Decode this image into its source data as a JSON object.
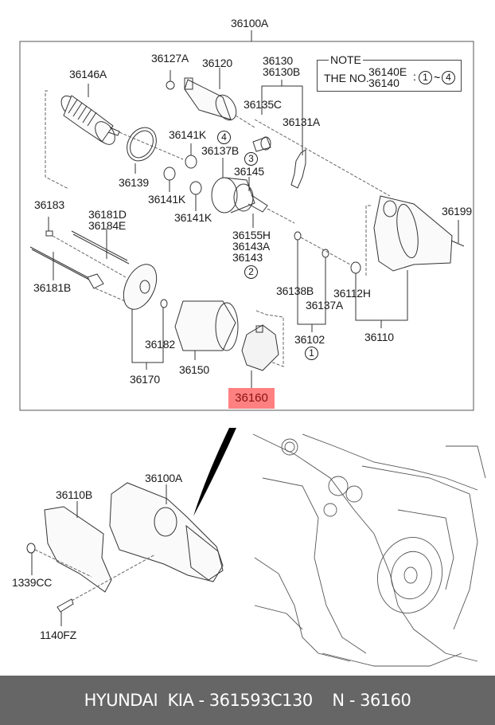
{
  "diagram": {
    "assembly_label": "36100A",
    "note": {
      "title": "NOTE",
      "prefix": "THE NO.",
      "part_a": "36140E",
      "part_b": "36140",
      "colon": ":",
      "range_start": "1",
      "tilde": "~",
      "range_end": "4"
    },
    "labels": {
      "p36127A": "36127A",
      "p36120": "36120",
      "p36146A": "36146A",
      "p36130": "36130",
      "p36130B": "36130B",
      "p36135C": "36135C",
      "p36131A": "36131A",
      "p36141K_top": "36141K",
      "circle4": "4",
      "p36137B": "36137B",
      "circle3": "3",
      "p36145": "36145",
      "p36139": "36139",
      "p36141K_left": "36141K",
      "p36141K_bottom": "36141K",
      "p36183": "36183",
      "p36181D": "36181D",
      "p36184E": "36184E",
      "p36155H": "36155H",
      "p36143A": "36143A",
      "p36143": "36143",
      "circle2": "2",
      "p36199": "36199",
      "p36181B": "36181B",
      "p36138B": "36138B",
      "p36112H": "36112H",
      "p36137A": "36137A",
      "p36182": "36182",
      "p36102": "36102",
      "circle1": "1",
      "p36110": "36110",
      "p36150": "36150",
      "p36170": "36170",
      "p36160": "36160"
    },
    "installation": {
      "p36110B": "36110B",
      "p36100A": "36100A",
      "p1339CC": "1339CC",
      "p1140FZ": "1140FZ"
    },
    "highlighted_part": "36160",
    "highlight_color": "#ff8080"
  },
  "footer": {
    "brand": "HYUNDAI  KIA",
    "sep1": " - ",
    "part_number": "361593C130",
    "gap": "    ",
    "n_label": "N",
    "sep2": " - ",
    "n_value": "36160",
    "background": "#666666"
  }
}
